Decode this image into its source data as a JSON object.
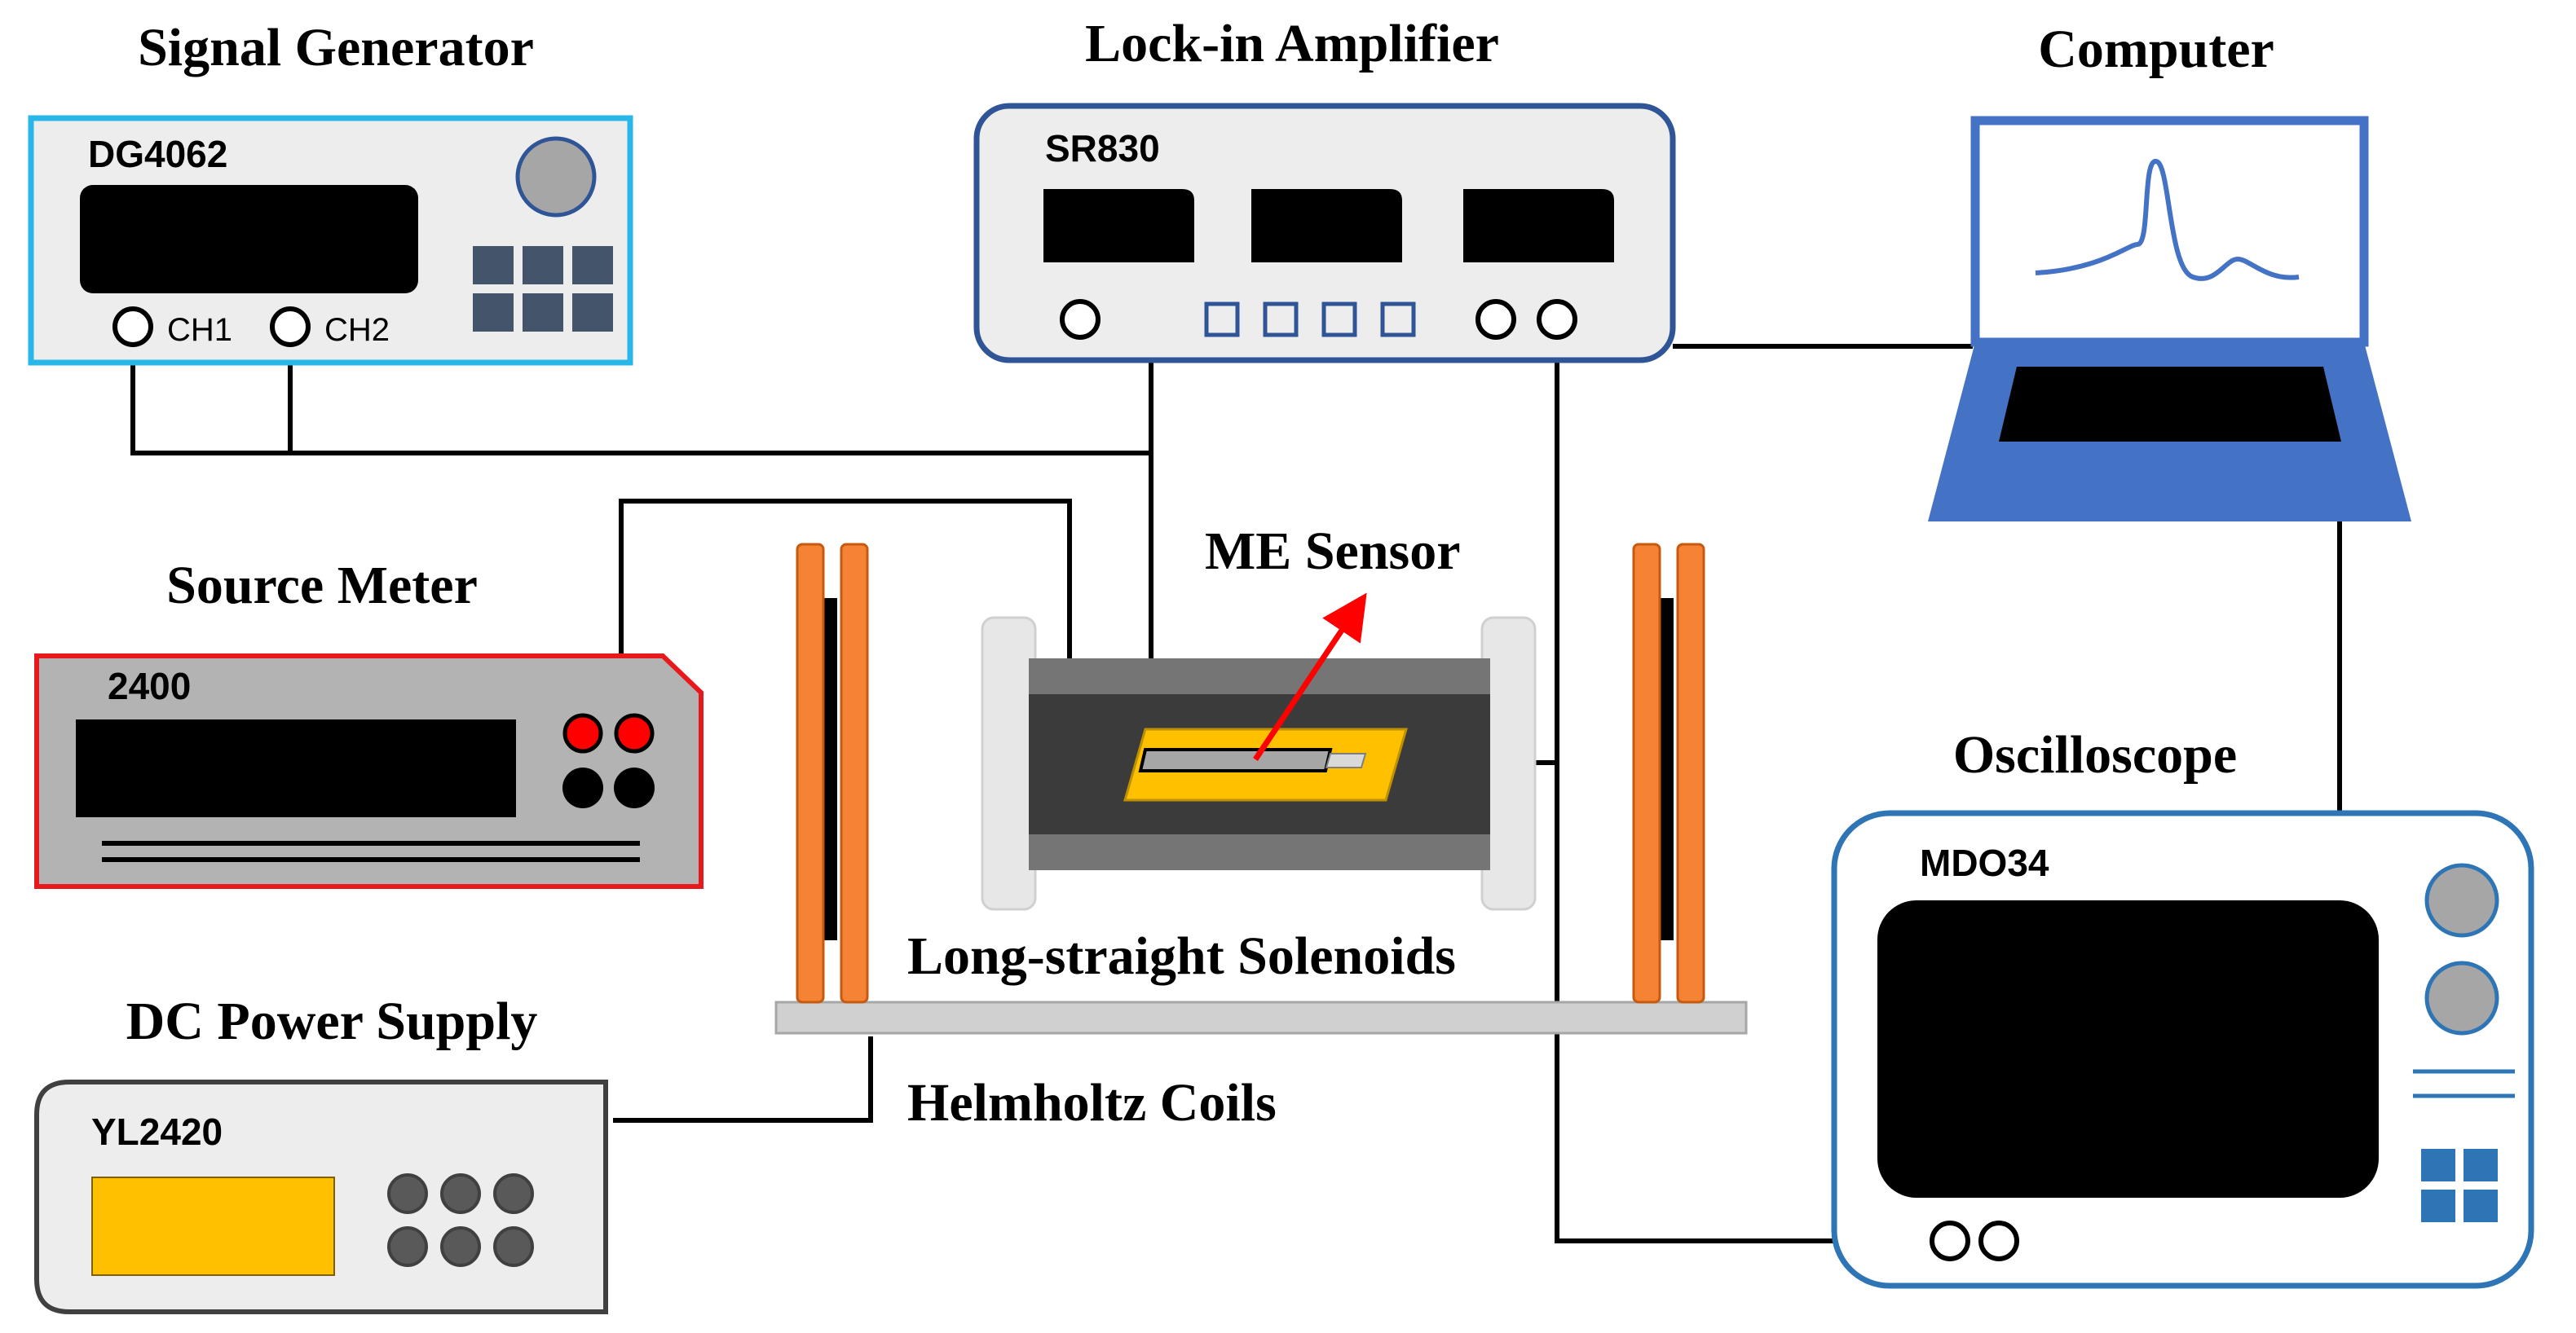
{
  "colors": {
    "signal_generator_border": "#29b6e8",
    "source_meter_border": "#e8191c",
    "lockin_border": "#2f5597",
    "device_fill": "#ededed",
    "source_meter_fill": "#b3b3b3",
    "computer_blue": "#4472c4",
    "coil_orange": "#f58333",
    "chip_yellow": "#ffc000",
    "arrow_red": "#ff0000",
    "scope_border": "#2e75b6",
    "scope_button": "#2e75b6"
  },
  "signal_generator": {
    "title": "Signal Generator",
    "model": "DG4062",
    "ch1": "CH1",
    "ch2": "CH2"
  },
  "lockin_amplifier": {
    "title": "Lock-in Amplifier",
    "model": "SR830"
  },
  "computer": {
    "title": "Computer"
  },
  "source_meter": {
    "title": "Source Meter",
    "model": "2400"
  },
  "dc_power_supply": {
    "title": "DC Power Supply",
    "model": "YL2420"
  },
  "oscilloscope": {
    "title": "Oscilloscope",
    "model": "MDO34"
  },
  "setup": {
    "sensor_label": "ME Sensor",
    "solenoid_label": "Long-straight Solenoids",
    "coils_label": "Helmholtz Coils"
  }
}
